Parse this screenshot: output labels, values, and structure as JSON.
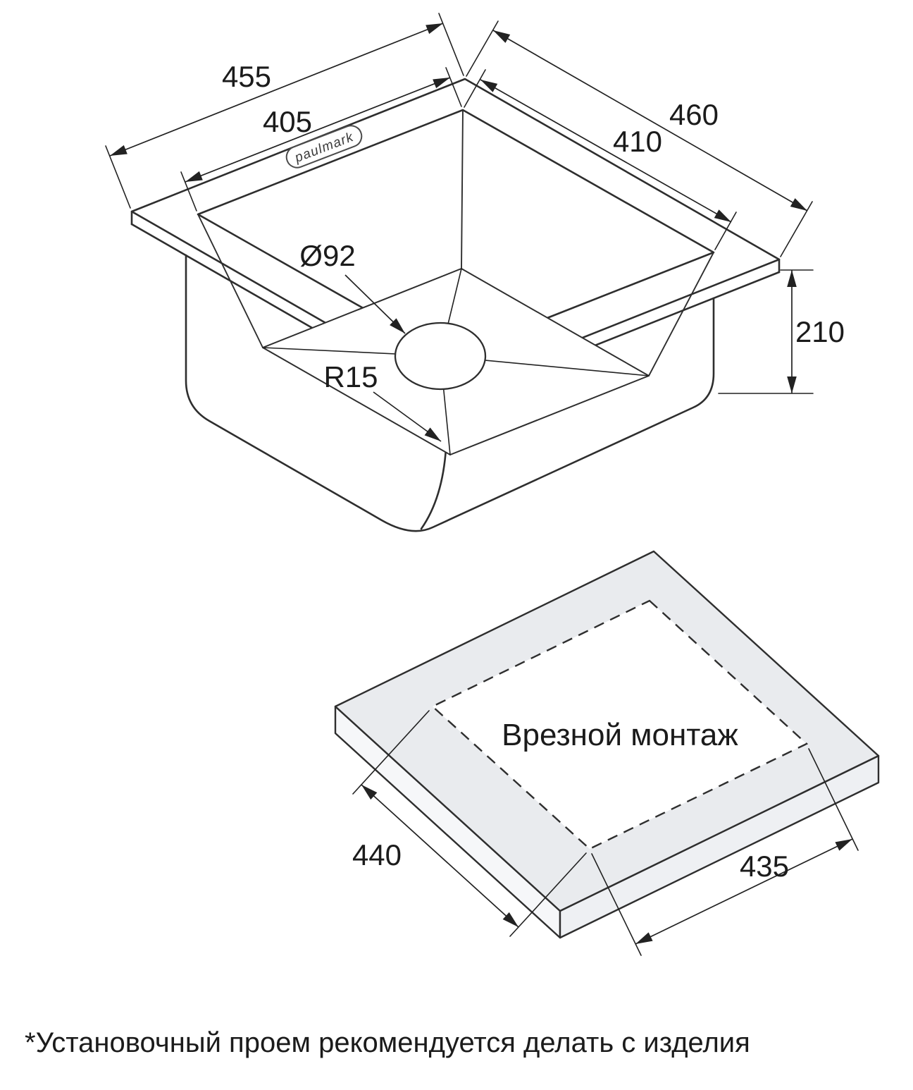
{
  "sink": {
    "brand": "paulmark",
    "dims": {
      "outer_width": "455",
      "inner_width": "405",
      "outer_depth": "460",
      "inner_depth": "410",
      "height": "210",
      "drain_diameter": "Ø92",
      "bottom_corner_radius": "R15"
    }
  },
  "cutout": {
    "title": "Врезной монтаж",
    "dims": {
      "width": "440",
      "depth": "435"
    }
  },
  "footnote": "*Установочный проем рекомендуется делать с изделия",
  "colors": {
    "line": "#2e2e2e",
    "slab_top": "#e9ebee",
    "background": "#ffffff"
  }
}
